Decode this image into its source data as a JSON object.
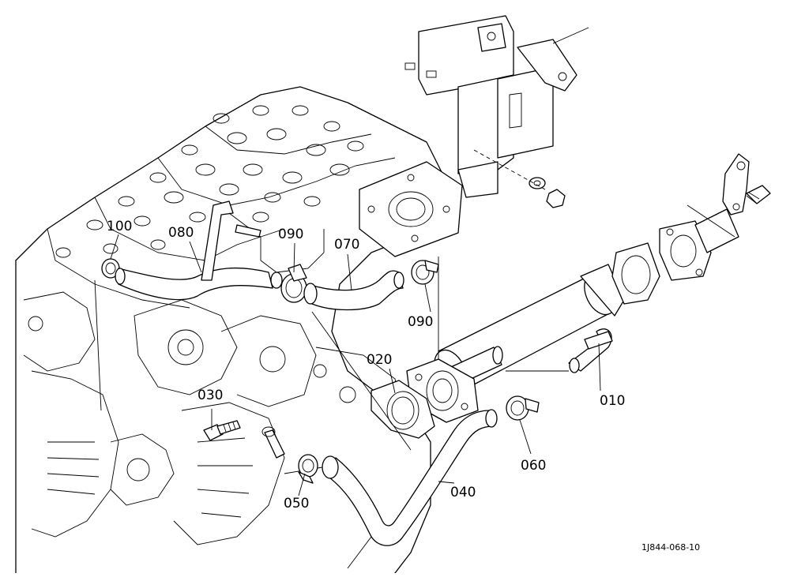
{
  "diagram": {
    "part_labels": [
      {
        "key": "p100",
        "text": "100"
      },
      {
        "key": "p080",
        "text": "080"
      },
      {
        "key": "p090a",
        "text": "090"
      },
      {
        "key": "p070",
        "text": "070"
      },
      {
        "key": "p090b",
        "text": "090"
      },
      {
        "key": "p020",
        "text": "020"
      },
      {
        "key": "p030",
        "text": "030"
      },
      {
        "key": "p010",
        "text": "010"
      },
      {
        "key": "p060",
        "text": "060"
      },
      {
        "key": "p050",
        "text": "050"
      },
      {
        "key": "p040",
        "text": "040"
      }
    ],
    "reference_code": "1J844-068-10"
  }
}
